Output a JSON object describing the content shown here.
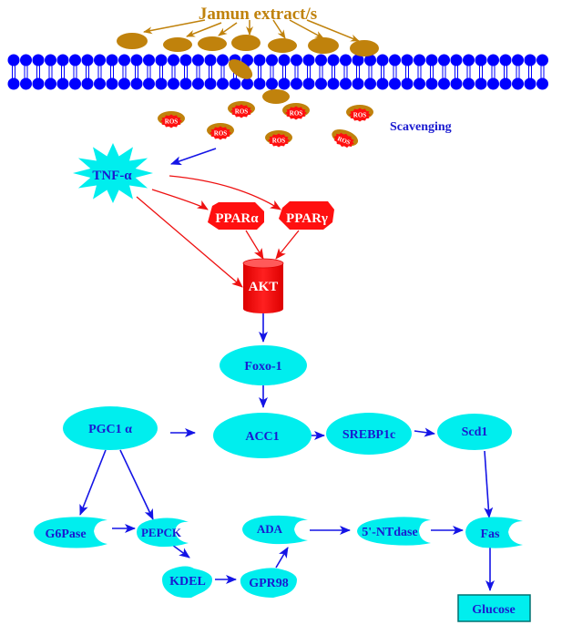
{
  "title": "Jamun extract/s",
  "scavenging_label": "Scavenging",
  "ros_label": "ROS",
  "colors": {
    "extract": "#c0820c",
    "membrane": "#0000ff",
    "arrow_blue": "#1414e6",
    "arrow_red": "#ee1111",
    "node_cyan": "#00eeee",
    "node_red": "#ff1010",
    "text_blue": "#1a1ad0",
    "text_white": "#ffffff"
  },
  "nodes": {
    "tnf": "TNF-α",
    "ppar_a": "PPARα",
    "ppar_g": "PPARγ",
    "akt": "AKT",
    "foxo1": "Foxo-1",
    "pgc1a": "PGC1 α",
    "acc1": "ACC1",
    "srebp1c": "SREBP1c",
    "scd1": "Scd1",
    "g6pase": "G6Pase",
    "pepck": "PEPCK",
    "kdel": "KDEL",
    "gpr98": "GPR98",
    "ada": "ADA",
    "ntdase": "5'-NTdase",
    "fas": "Fas",
    "glucose": "Glucose"
  },
  "edges": [
    {
      "from": "ros",
      "to": "tnf",
      "color": "blue"
    },
    {
      "from": "tnf",
      "to": "ppar_a",
      "color": "red"
    },
    {
      "from": "tnf",
      "to": "ppar_g",
      "color": "red"
    },
    {
      "from": "tnf",
      "to": "akt",
      "color": "red"
    },
    {
      "from": "ppar_a",
      "to": "akt",
      "color": "red"
    },
    {
      "from": "ppar_g",
      "to": "akt",
      "color": "red"
    },
    {
      "from": "akt",
      "to": "foxo1",
      "color": "blue"
    },
    {
      "from": "foxo1",
      "to": "acc1",
      "color": "blue"
    },
    {
      "from": "pgc1a",
      "to": "acc1",
      "color": "blue"
    },
    {
      "from": "acc1",
      "to": "srebp1c",
      "color": "blue"
    },
    {
      "from": "srebp1c",
      "to": "scd1",
      "color": "blue"
    },
    {
      "from": "scd1",
      "to": "fas",
      "color": "blue"
    },
    {
      "from": "pgc1a",
      "to": "g6pase",
      "color": "blue"
    },
    {
      "from": "pgc1a",
      "to": "pepck",
      "color": "blue"
    },
    {
      "from": "g6pase",
      "to": "pepck",
      "color": "blue"
    },
    {
      "from": "pepck",
      "to": "kdel",
      "color": "blue"
    },
    {
      "from": "kdel",
      "to": "gpr98",
      "color": "blue"
    },
    {
      "from": "gpr98",
      "to": "ada",
      "color": "blue"
    },
    {
      "from": "ada",
      "to": "ntdase",
      "color": "blue"
    },
    {
      "from": "ntdase",
      "to": "fas",
      "color": "blue"
    },
    {
      "from": "fas",
      "to": "glucose",
      "color": "blue"
    }
  ]
}
